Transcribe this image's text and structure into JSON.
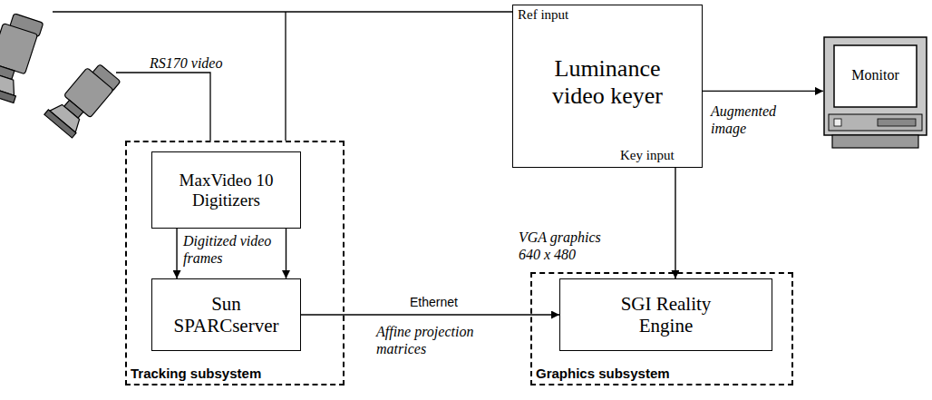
{
  "diagram": {
    "nodes": [
      {
        "text": [
          "Ref input",
          "Luminance video keyer",
          "Key input"
        ]
      },
      {
        "text": [
          "Monitor"
        ]
      },
      {
        "text": [
          "Tracking subsystem"
        ]
      },
      {
        "text": [
          "MaxVideo 10 Digitizers"
        ],
        "in": 2
      },
      {
        "text": [
          "Sun SPARCserver"
        ],
        "in": 2
      },
      {
        "text": [
          "Graphics subsystem"
        ]
      },
      {
        "text": [
          "SGI Reality Engine"
        ],
        "in": 5
      }
    ],
    "edges": [
      {
        "from": 3,
        "to": 4,
        "arrow": "to",
        "label": "Digitized video frames"
      },
      {
        "from": 3,
        "to": 4,
        "arrow": "to"
      },
      {
        "from": 4,
        "to": 6,
        "arrow": "to",
        "label": "Ethernet"
      },
      {
        "from": 0,
        "to": 6,
        "arrow": "to",
        "label": "VGA graphics 640 x 480"
      },
      {
        "from": 0,
        "to": 1,
        "arrow": "to",
        "label": "Augmented image"
      }
    ],
    "labels": [
      "RS170 video",
      "Affine projection matrices"
    ]
  }
}
